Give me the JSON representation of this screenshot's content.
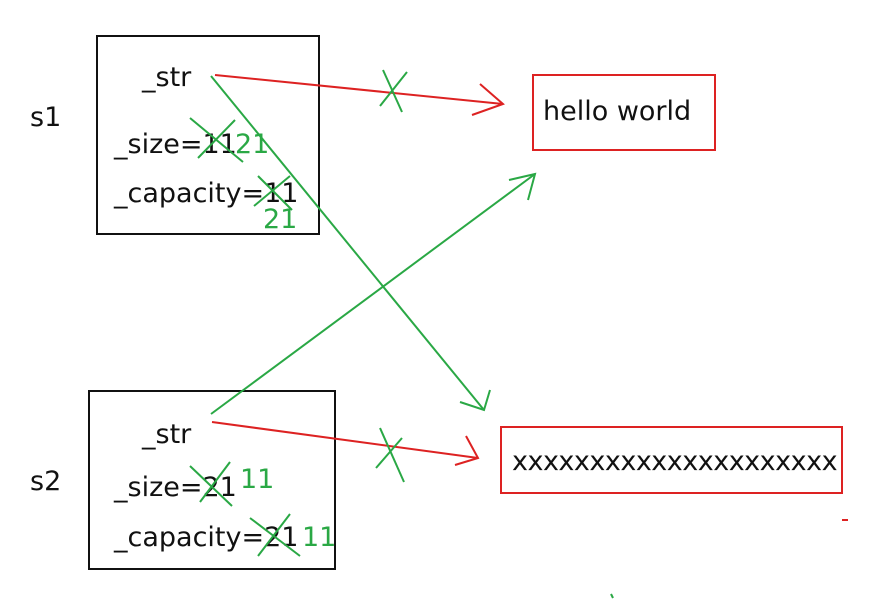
{
  "s1": {
    "name": "s1",
    "str_label": "_str",
    "size_label": "_size=",
    "size_old": "11",
    "size_new": "21",
    "capacity_label": "_capacity=",
    "capacity_old": "11",
    "capacity_new": "21"
  },
  "s2": {
    "name": "s2",
    "str_label": "_str",
    "size_label": "_size=",
    "size_old": "21",
    "size_new": "11",
    "capacity_label": "_capacity=",
    "capacity_old": "21",
    "capacity_new": "11"
  },
  "targets": {
    "top_text": "hello world",
    "bottom_text": "xxxxxxxxxxxxxxxxxxxxx"
  },
  "colors": {
    "old_pointer": "#dd2222",
    "new_pointer": "#2aa845",
    "box": "#111111"
  }
}
